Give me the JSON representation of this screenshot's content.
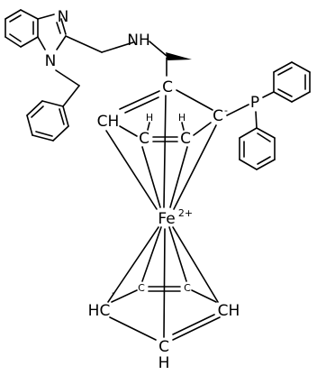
{
  "atoms": {
    "n_imine": "N",
    "n_benzyl": "N",
    "nh": "NH",
    "c_top": "C",
    "c_p": "C",
    "p_charge": "-",
    "p": "P",
    "ch_left": "CH",
    "h_left": "H",
    "c_left": "C",
    "h_right": "H",
    "c_right": "C",
    "fe": "Fe",
    "fe_charge": "2+",
    "hc_bottom_left": "HC",
    "hc_bl_charge": "-",
    "c_bottom_mid1": "C",
    "c_bottom_mid2": "C",
    "ch_bottom_right": "CH",
    "c_bottom": "C",
    "h_bottom": "H"
  },
  "colors": {
    "ink": "#000000",
    "background": "#ffffff"
  }
}
